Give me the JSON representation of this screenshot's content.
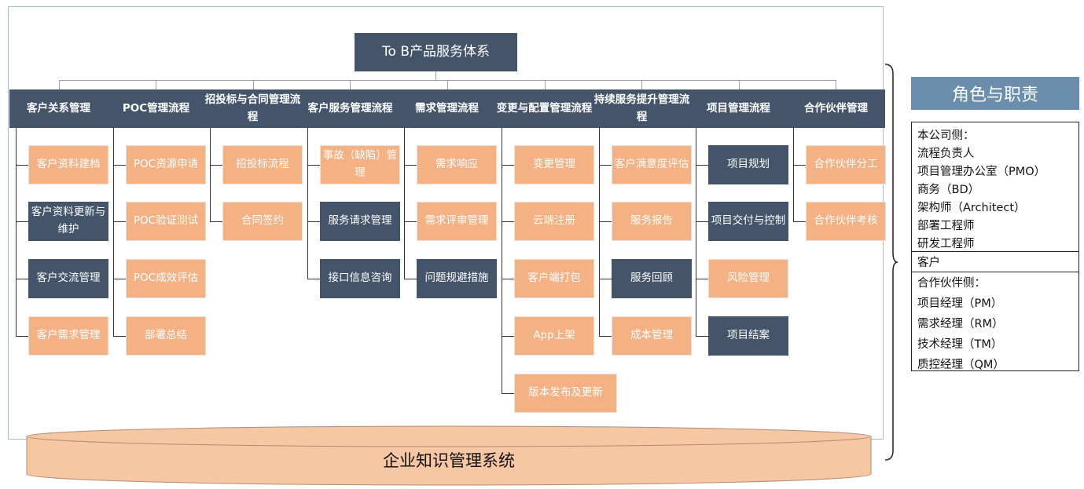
{
  "diagram": {
    "root": "To B产品服务体系",
    "columns": [
      {
        "header": "客户关系管理",
        "items": [
          {
            "label": "客户资料建档",
            "style": "orange"
          },
          {
            "label": "客户资料更新与维护",
            "style": "dark"
          },
          {
            "label": "客户交流管理",
            "style": "dark"
          },
          {
            "label": "客户需求管理",
            "style": "orange"
          }
        ]
      },
      {
        "header": "POC管理流程",
        "items": [
          {
            "label": "POC资源申请",
            "style": "orange"
          },
          {
            "label": "POC验证测试",
            "style": "orange"
          },
          {
            "label": "POC成效评估",
            "style": "orange"
          },
          {
            "label": "部署总结",
            "style": "orange"
          }
        ]
      },
      {
        "header": "招投标与合同管理流程",
        "items": [
          {
            "label": "招投标流程",
            "style": "orange"
          },
          {
            "label": "合同签约",
            "style": "orange"
          }
        ]
      },
      {
        "header": "客户服务管理流程",
        "items": [
          {
            "label": "事故（缺陷）管理",
            "style": "orange"
          },
          {
            "label": "服务请求管理",
            "style": "dark"
          },
          {
            "label": "接口信息咨询",
            "style": "dark"
          }
        ]
      },
      {
        "header": "需求管理流程",
        "items": [
          {
            "label": "需求响应",
            "style": "orange"
          },
          {
            "label": "需求评审管理",
            "style": "orange"
          },
          {
            "label": "问题规避措施",
            "style": "dark"
          }
        ]
      },
      {
        "header": "变更与配置管理流程",
        "items": [
          {
            "label": "变更管理",
            "style": "orange"
          },
          {
            "label": "云端注册",
            "style": "orange"
          },
          {
            "label": "客户端打包",
            "style": "orange"
          },
          {
            "label": "App上架",
            "style": "orange"
          },
          {
            "label": "版本发布及更新",
            "style": "orange"
          }
        ]
      },
      {
        "header": "持续服务提升管理流程",
        "items": [
          {
            "label": "客户满意度评估",
            "style": "orange"
          },
          {
            "label": "服务报告",
            "style": "orange"
          },
          {
            "label": "服务回顾",
            "style": "dark"
          },
          {
            "label": "成本管理",
            "style": "orange"
          }
        ]
      },
      {
        "header": "项目管理流程",
        "items": [
          {
            "label": "项目规划",
            "style": "dark"
          },
          {
            "label": "项目交付与控制",
            "style": "dark"
          },
          {
            "label": "风险管理",
            "style": "orange"
          },
          {
            "label": "项目结案",
            "style": "dark"
          }
        ]
      },
      {
        "header": "合作伙伴管理",
        "items": [
          {
            "label": "合作伙伴分工",
            "style": "orange"
          },
          {
            "label": "合作伙伴考核",
            "style": "orange"
          }
        ]
      }
    ],
    "knowledge_base": "企业知识管理系统"
  },
  "roles": {
    "title": "角色与职责",
    "company": [
      "本公司侧：",
      "流程负责人",
      "项目管理办公室（PMO）",
      "商务（BD）",
      "架构师（Architect）",
      "部署工程师",
      "研发工程师"
    ],
    "customer": [
      "客户"
    ],
    "partner": [
      "合作伙伴侧：",
      "项目经理（PM）",
      "需求经理（RM）",
      "技术经理（TM）",
      "质控经理（QM）"
    ]
  },
  "colors": {
    "dark": "#44546a",
    "orange": "#f4b183",
    "roles_title": "#6a8eab",
    "kb_fill": "#f7c6a3"
  }
}
